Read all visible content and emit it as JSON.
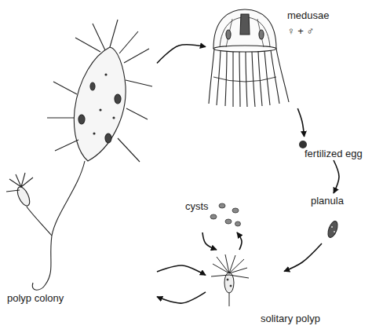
{
  "diagram": {
    "nodes": [
      {
        "text": [
          "medusae",
          "♀ + ♂"
        ]
      },
      {
        "text": [
          "fertilized egg"
        ]
      },
      {
        "text": [
          "planula"
        ]
      },
      {
        "text": [
          "cysts"
        ]
      },
      {
        "text": [
          "solitary polyp"
        ]
      },
      {
        "text": [
          "polyp colony"
        ]
      }
    ],
    "edges": [
      {
        "from": 5,
        "to": 0,
        "arrow": "to"
      },
      {
        "from": 0,
        "to": 1,
        "arrow": "to"
      },
      {
        "from": 1,
        "to": 2,
        "arrow": "to"
      },
      {
        "from": 2,
        "to": 4,
        "arrow": "to"
      },
      {
        "from": 4,
        "to": 3,
        "arrow": "to"
      },
      {
        "from": 3,
        "to": 4,
        "arrow": "to"
      },
      {
        "from": 5,
        "to": 4,
        "arrow": "to"
      },
      {
        "from": 4,
        "to": 5,
        "arrow": "to"
      }
    ]
  }
}
